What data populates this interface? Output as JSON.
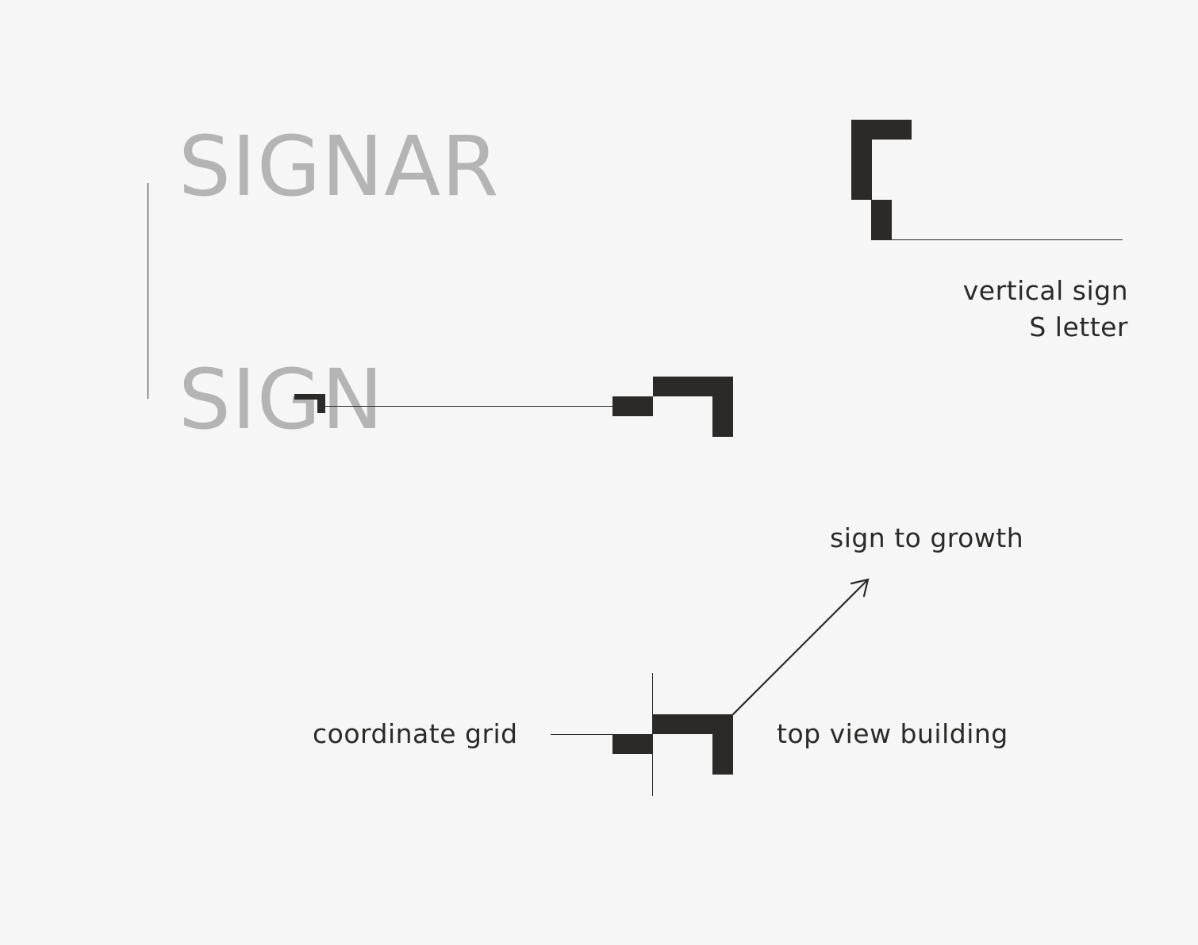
{
  "words": {
    "signar": "SIGNAR",
    "sign": "SIGN"
  },
  "captions": {
    "vertical_sign_line1": "vertical sign",
    "vertical_sign_line2": "S letter",
    "sign_to_growth": "sign to growth",
    "coordinate_grid": "coordinate grid",
    "top_view_building": "top view building"
  },
  "colors": {
    "background": "#f6f6f6",
    "word_gray": "#b3b4b3",
    "mark_dark": "#2b2a28"
  },
  "icons": {
    "arrow": "arrow-up-right-icon"
  }
}
